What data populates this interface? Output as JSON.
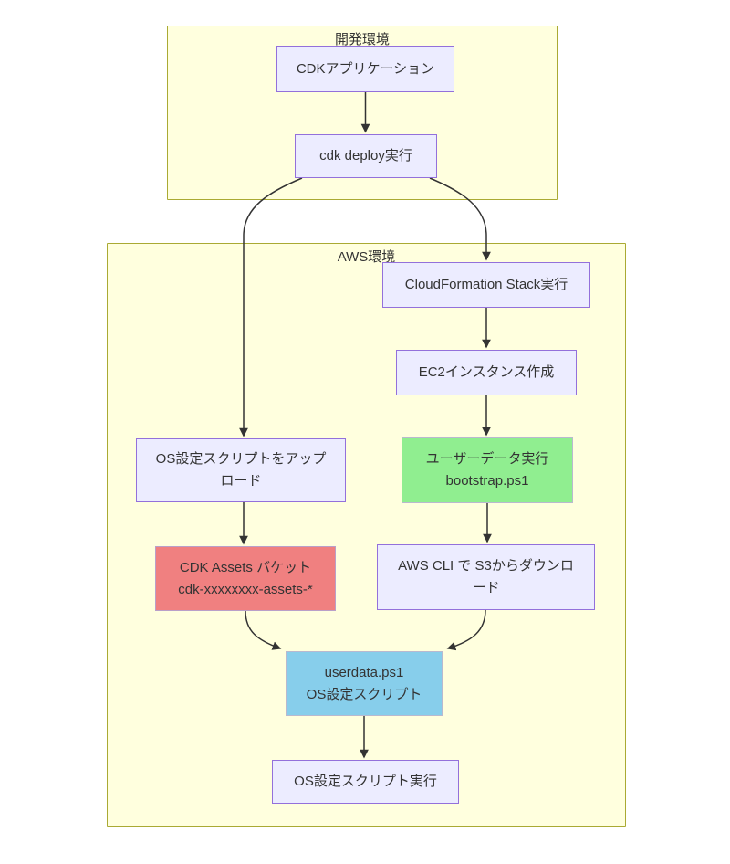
{
  "diagram_title": "CDK deploy flow (dev environment to AWS environment)",
  "clusters": {
    "dev": {
      "label": "開発環境"
    },
    "aws": {
      "label": "AWS環境"
    }
  },
  "nodes": {
    "cdk_app": {
      "text": "CDKアプリケーション"
    },
    "cdk_deploy": {
      "text": "cdk deploy実行"
    },
    "cfn": {
      "text": "CloudFormation Stack実行"
    },
    "ec2": {
      "text": "EC2インスタンス作成"
    },
    "upload": {
      "text": "OS設定スクリプトをアップ\nロード"
    },
    "userdata_exec": {
      "text": "ユーザーデータ実行\nbootstrap.ps1"
    },
    "assets_bucket": {
      "text": "CDK Assets バケット\ncdk-xxxxxxxx-assets-*"
    },
    "s3_download": {
      "text": "AWS CLI で S3からダウンロ\nード"
    },
    "userdata_ps1": {
      "text": "userdata.ps1\nOS設定スクリプト"
    },
    "os_exec": {
      "text": "OS設定スクリプト実行"
    }
  },
  "edges": [
    {
      "from": "cdk_app",
      "to": "cdk_deploy"
    },
    {
      "from": "cdk_deploy",
      "to": "cfn"
    },
    {
      "from": "cdk_deploy",
      "to": "upload"
    },
    {
      "from": "cfn",
      "to": "ec2"
    },
    {
      "from": "ec2",
      "to": "userdata_exec"
    },
    {
      "from": "userdata_exec",
      "to": "s3_download"
    },
    {
      "from": "upload",
      "to": "assets_bucket"
    },
    {
      "from": "assets_bucket",
      "to": "userdata_ps1"
    },
    {
      "from": "s3_download",
      "to": "userdata_ps1"
    },
    {
      "from": "userdata_ps1",
      "to": "os_exec"
    }
  ],
  "colors": {
    "cluster_fill": "#ffffde",
    "cluster_border": "#aaaa33",
    "node_fill": "#ECECFF",
    "node_border": "#9370DB",
    "green_fill": "#90EE90",
    "red_fill": "#F08080",
    "blue_fill": "#87CEEB",
    "edge": "#333333",
    "text": "#333333"
  }
}
